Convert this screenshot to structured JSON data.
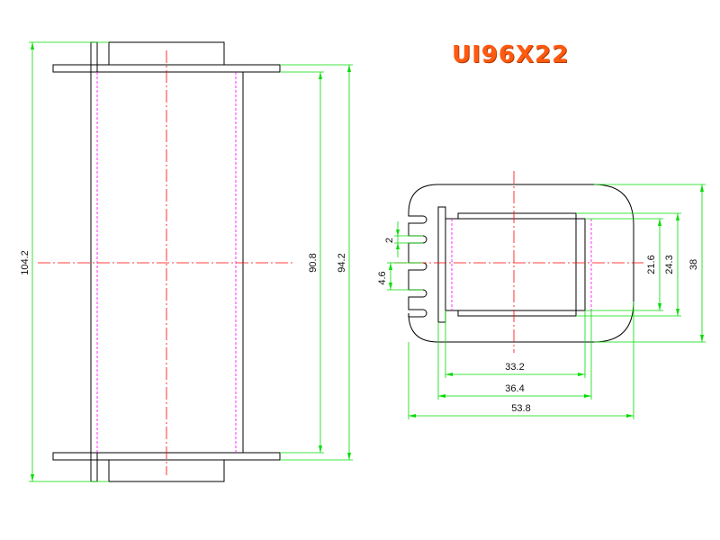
{
  "title": "UI96X22",
  "dimensions": {
    "overall_height": "104.2",
    "winding_height": "90.8",
    "flange_span": "94.2",
    "pin_pitch": "2",
    "pin_offset": "4.6",
    "inner_width": "33.2",
    "outer_width": "36.4",
    "total_width": "53.8",
    "inner_depth": "21.6",
    "outer_depth": "24.3",
    "total_depth": "38"
  },
  "colors": {
    "title": "#ff5a10",
    "outline": "#000000",
    "dimension_line": "#00dd00",
    "center_line": "#ff0000",
    "hidden_line": "#ff00ff"
  }
}
